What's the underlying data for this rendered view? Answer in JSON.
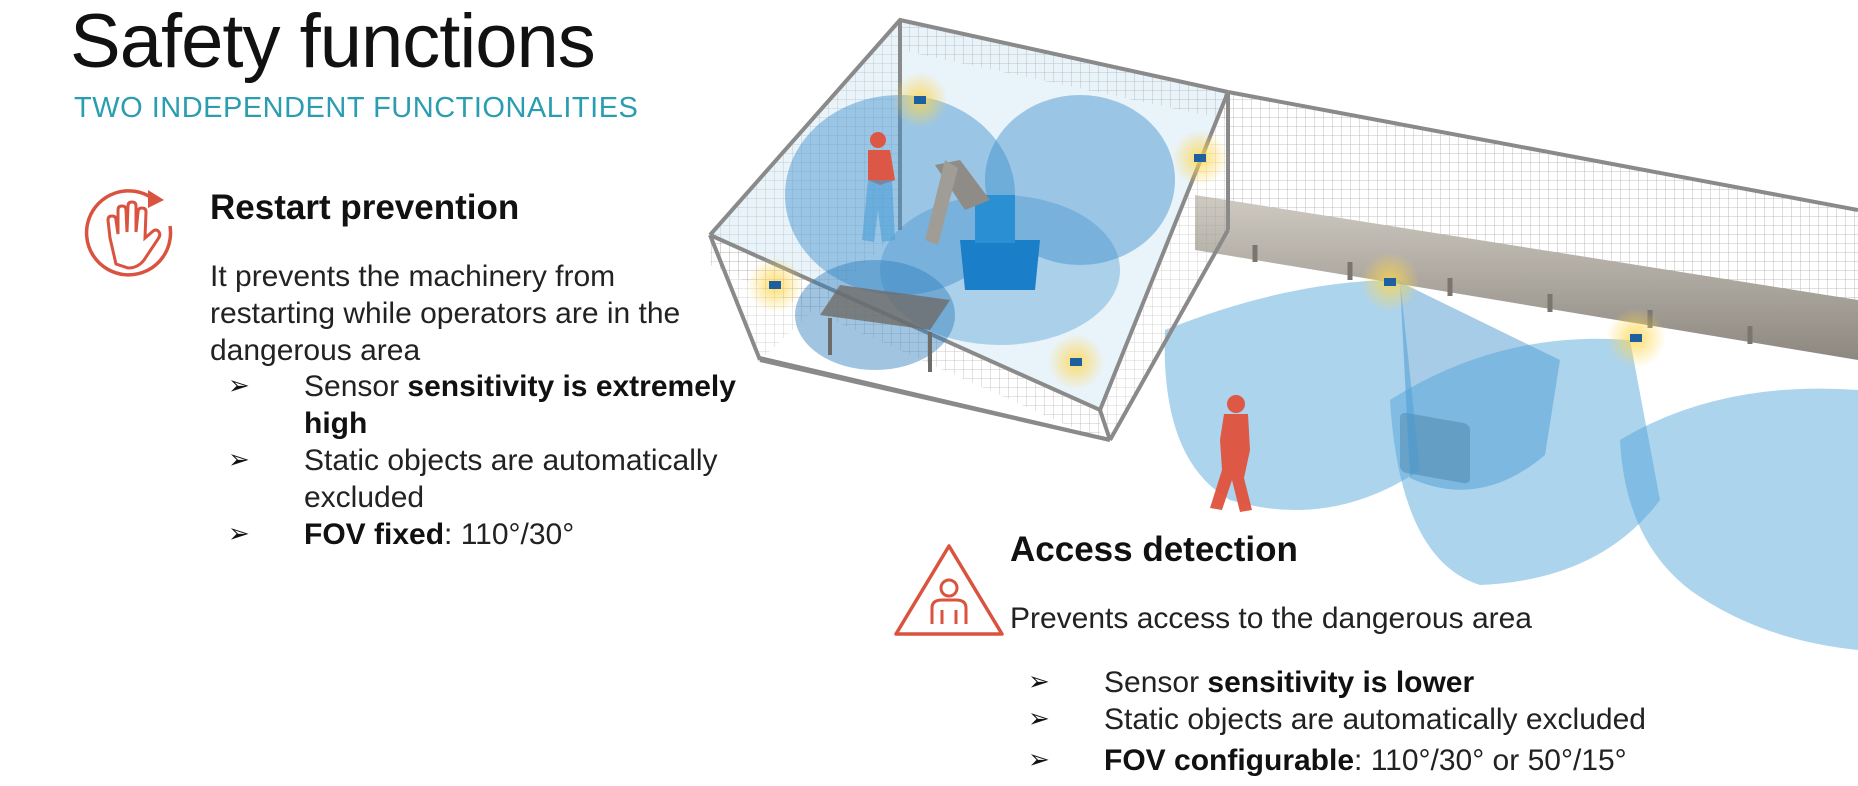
{
  "header": {
    "title": "Safety functions",
    "subtitle": "TWO INDEPENDENT FUNCTIONALITIES"
  },
  "restart": {
    "icon": "raised-hand-icon",
    "title": "Restart prevention",
    "description": [
      "It prevents the machinery from",
      "restarting while operators are in the",
      "dangerous area"
    ],
    "bullets": [
      {
        "prefix": "Sensor ",
        "bold": "sensitivity is extremely",
        "bold2": "high",
        "suffix": ""
      },
      {
        "line1": "Static objects are automatically",
        "line2": "excluded"
      },
      {
        "bold": "FOV fixed",
        "suffix": ": 110°/30°"
      }
    ]
  },
  "access": {
    "icon": "person-warning-triangle-icon",
    "title": "Access detection",
    "description": "Prevents access to the dangerous area",
    "bullets": [
      {
        "prefix": "Sensor ",
        "bold": "sensitivity is lower"
      },
      {
        "text": "Static objects are automatically excluded"
      },
      {
        "bold": "FOV configurable",
        "suffix": ": 110°/30° or 50°/15°"
      }
    ]
  },
  "colors": {
    "accent_teal": "#2a9db0",
    "icon_red": "#d9533f",
    "field_blue": "#4a9fd6",
    "person_red": "#e0523d"
  },
  "arrow_glyph": "➢"
}
